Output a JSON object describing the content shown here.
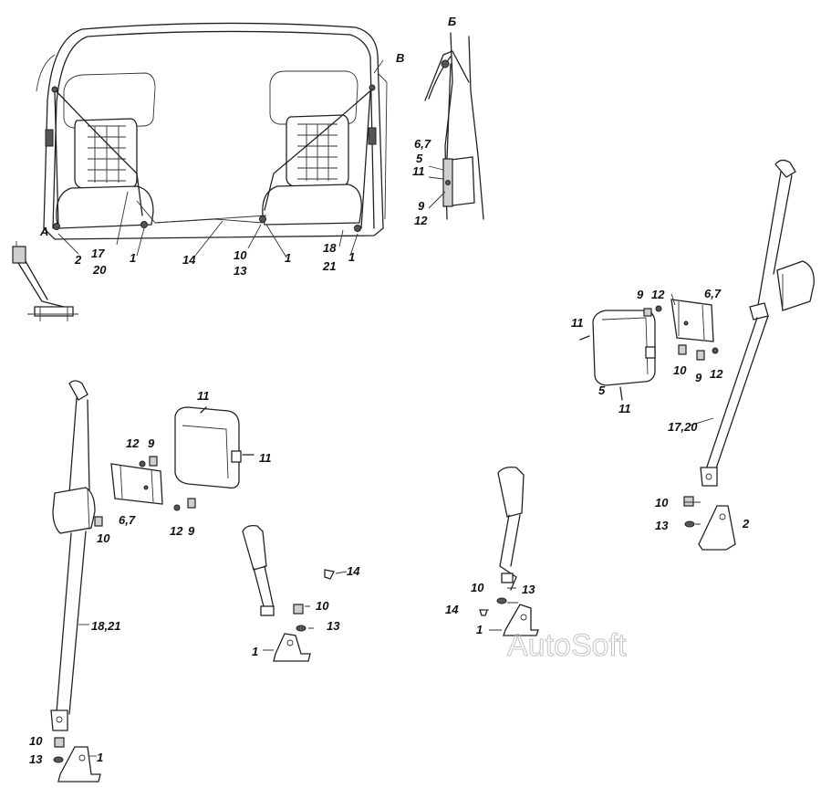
{
  "watermark": "AutoSoft",
  "view_letters": [
    "А",
    "Б",
    "В"
  ],
  "callouts": [
    {
      "id": "a1",
      "text": "А"
    },
    {
      "id": "a2",
      "text": "Б"
    },
    {
      "id": "a3",
      "text": "В"
    },
    {
      "id": "c1",
      "text": "17"
    },
    {
      "id": "c2",
      "text": "20"
    },
    {
      "id": "c3",
      "text": "2"
    },
    {
      "id": "c4",
      "text": "1"
    },
    {
      "id": "c5",
      "text": "14"
    },
    {
      "id": "c6",
      "text": "10"
    },
    {
      "id": "c7",
      "text": "13"
    },
    {
      "id": "c8",
      "text": "1"
    },
    {
      "id": "c9",
      "text": "18"
    },
    {
      "id": "c10",
      "text": "21"
    },
    {
      "id": "c11",
      "text": "1"
    },
    {
      "id": "c12",
      "text": "6,7"
    },
    {
      "id": "c13",
      "text": "5"
    },
    {
      "id": "c14",
      "text": "11"
    },
    {
      "id": "c15",
      "text": "9"
    },
    {
      "id": "c16",
      "text": "12"
    },
    {
      "id": "c17",
      "text": "9"
    },
    {
      "id": "c18",
      "text": "12"
    },
    {
      "id": "c19",
      "text": "6,7"
    },
    {
      "id": "c20",
      "text": "11"
    },
    {
      "id": "c21",
      "text": "10"
    },
    {
      "id": "c22",
      "text": "9"
    },
    {
      "id": "c23",
      "text": "12"
    },
    {
      "id": "c24",
      "text": "5"
    },
    {
      "id": "c25",
      "text": "11"
    },
    {
      "id": "c26",
      "text": "17,20"
    },
    {
      "id": "c27",
      "text": "10"
    },
    {
      "id": "c28",
      "text": "13"
    },
    {
      "id": "c29",
      "text": "2"
    },
    {
      "id": "c30",
      "text": "11"
    },
    {
      "id": "c31",
      "text": "11"
    },
    {
      "id": "c32",
      "text": "12"
    },
    {
      "id": "c33",
      "text": "9"
    },
    {
      "id": "c34",
      "text": "6,7"
    },
    {
      "id": "c35",
      "text": "10"
    },
    {
      "id": "c36",
      "text": "12"
    },
    {
      "id": "c37",
      "text": "9"
    },
    {
      "id": "c38",
      "text": "18,21"
    },
    {
      "id": "c39",
      "text": "10"
    },
    {
      "id": "c40",
      "text": "13"
    },
    {
      "id": "c41",
      "text": "1"
    },
    {
      "id": "c42",
      "text": "14"
    },
    {
      "id": "c43",
      "text": "10"
    },
    {
      "id": "c44",
      "text": "13"
    },
    {
      "id": "c45",
      "text": "1"
    },
    {
      "id": "c46",
      "text": "10"
    },
    {
      "id": "c47",
      "text": "13"
    },
    {
      "id": "c48",
      "text": "14"
    },
    {
      "id": "c49",
      "text": "1"
    }
  ]
}
